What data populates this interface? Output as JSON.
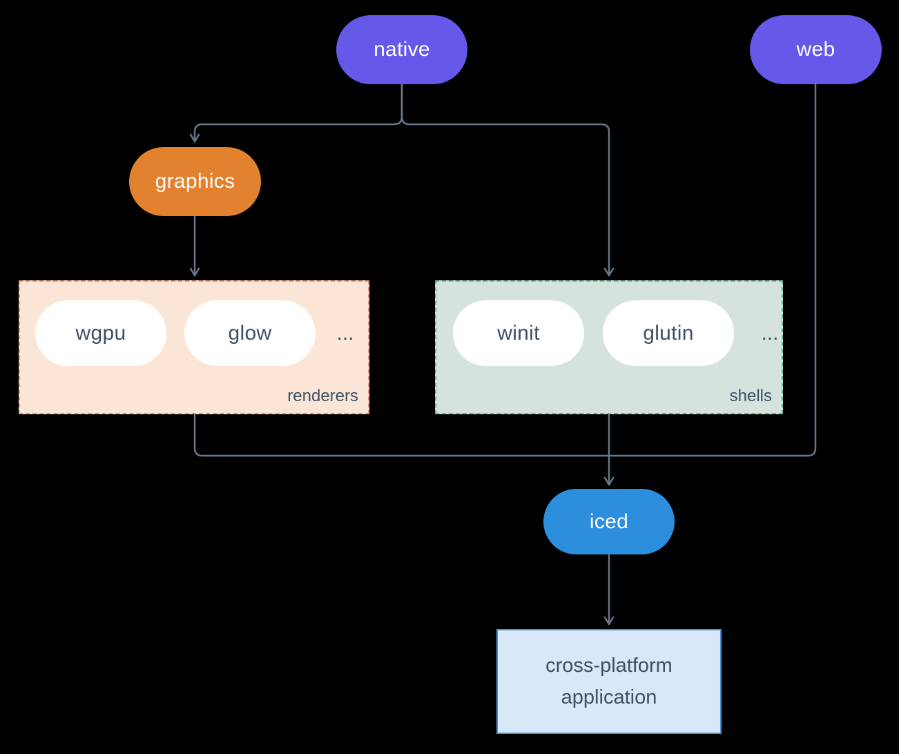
{
  "colors": {
    "background": "#000000",
    "connector": "#68788c",
    "native_fill": "#6658e8",
    "web_fill": "#6658e8",
    "graphics_fill": "#e2822e",
    "iced_fill": "#2e8ede",
    "renderers_bg": "#fbe5d6",
    "renderers_border": "#eb9273",
    "shells_bg": "#d6e3dd",
    "shells_border": "#66b894",
    "app_bg": "#d8e8f8",
    "app_border": "#4a90d9",
    "dark_text": "#3d4f63"
  },
  "nodes": {
    "native": {
      "label": "native"
    },
    "web": {
      "label": "web"
    },
    "graphics": {
      "label": "graphics"
    },
    "wgpu": {
      "label": "wgpu"
    },
    "glow": {
      "label": "glow"
    },
    "winit": {
      "label": "winit"
    },
    "glutin": {
      "label": "glutin"
    },
    "iced": {
      "label": "iced"
    },
    "application": {
      "label": "cross-platform application"
    }
  },
  "groups": {
    "renderers": {
      "label": "renderers",
      "more": "..."
    },
    "shells": {
      "label": "shells",
      "more": "..."
    }
  }
}
